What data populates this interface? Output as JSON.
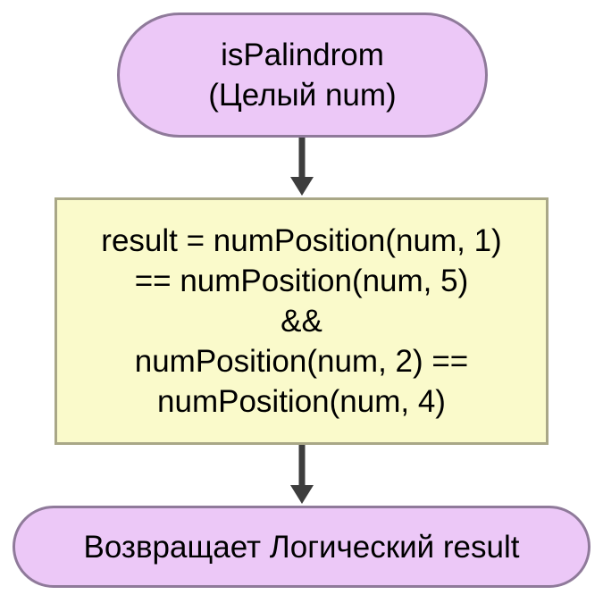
{
  "nodes": {
    "start": {
      "lines": [
        "isPalindrom",
        "(Целый num)"
      ]
    },
    "process": {
      "lines": [
        "result = numPosition(num, 1)",
        "== numPosition(num, 5)",
        "&&",
        "numPosition(num, 2) ==",
        "numPosition(num, 4)"
      ]
    },
    "end": {
      "lines": [
        "Возвращает Логический result"
      ]
    }
  },
  "colors": {
    "terminal_fill": "#ecc8f7",
    "terminal_border": "#8f7a9a",
    "process_fill": "#fafacb",
    "process_border": "#a9a787",
    "arrow": "#3d3d3d"
  }
}
